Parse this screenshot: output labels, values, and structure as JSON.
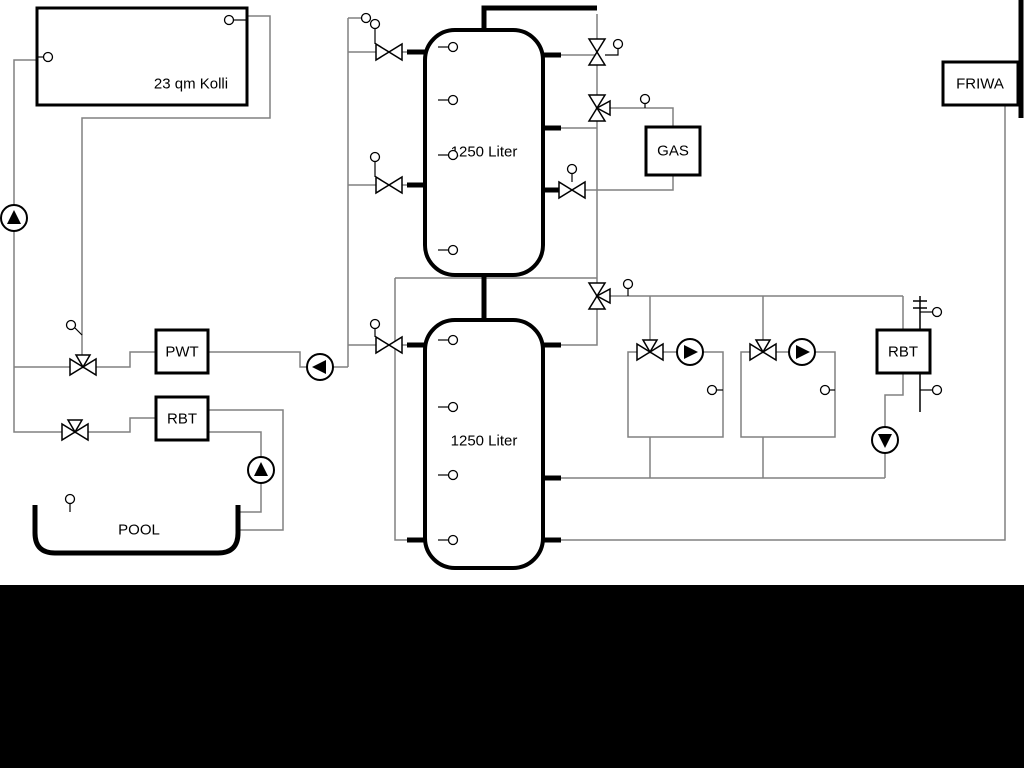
{
  "labels": {
    "collector": "23 qm Kolli",
    "tank_top": "1250 Liter",
    "tank_bottom": "1250 Liter",
    "gas": "GAS",
    "friwa": "FRIWA",
    "pwt": "PWT",
    "rbt_left": "RBT",
    "rbt_right": "RBT",
    "pool": "POOL"
  },
  "colors": {
    "background": "#ffffff",
    "pipe_thin": "#808080",
    "pipe_thick": "#000000",
    "symbol_outline": "#000000",
    "bottom_band": "#000000"
  }
}
